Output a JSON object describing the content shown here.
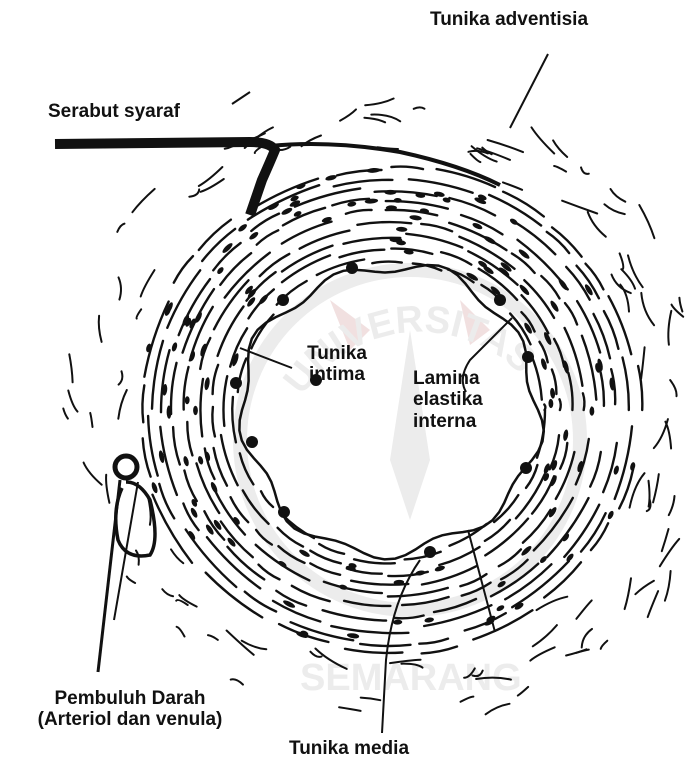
{
  "labels": {
    "tunika_adventisia": "Tunika adventisia",
    "serabut_syaraf": "Serabut syaraf",
    "tunika_intima_1": "Tunika",
    "tunika_intima_2": "intima",
    "lamina_1": "Lamina",
    "lamina_2": "elastika",
    "lamina_3": "interna",
    "pembuluh_1": "Pembuluh Darah",
    "pembuluh_2": "(Arteriol dan venula)",
    "tunika_media": "Tunika media"
  },
  "watermark": {
    "arc_text": "UNIVERSITAS",
    "bottom_text": "SEMARANG"
  },
  "colors": {
    "ink": "#111111",
    "watermark": "#e7e7e7"
  }
}
